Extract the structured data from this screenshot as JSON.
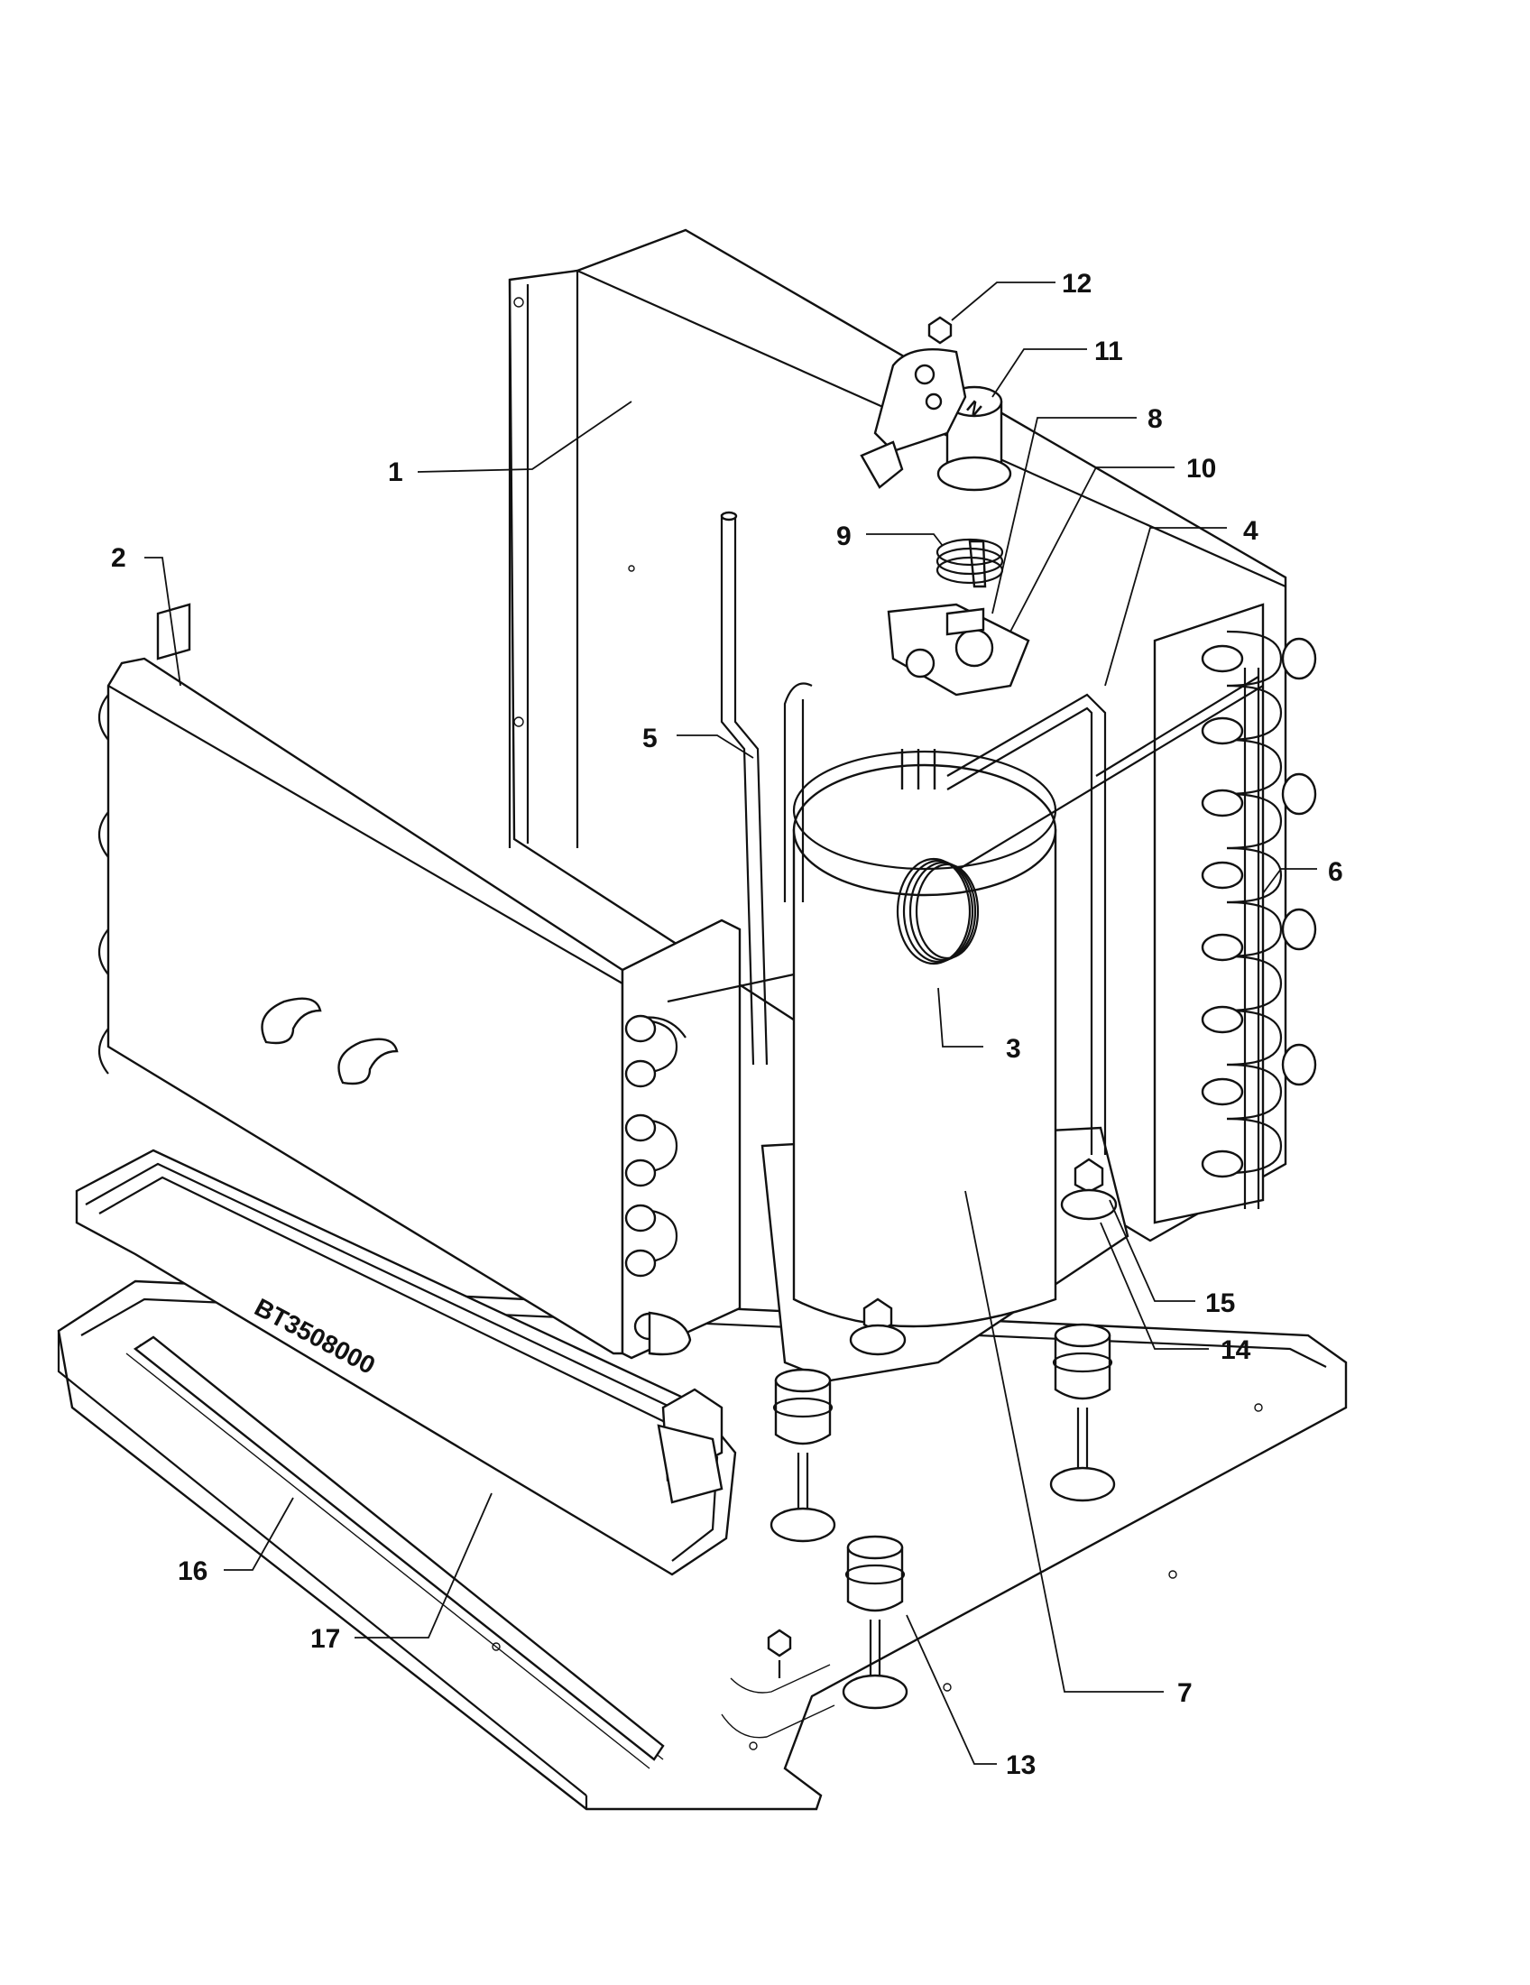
{
  "diagram": {
    "base_stamp": "BT3508000",
    "callouts": [
      {
        "id": "1",
        "label": "1"
      },
      {
        "id": "2",
        "label": "2"
      },
      {
        "id": "3",
        "label": "3"
      },
      {
        "id": "4",
        "label": "4"
      },
      {
        "id": "5",
        "label": "5"
      },
      {
        "id": "6",
        "label": "6"
      },
      {
        "id": "7",
        "label": "7"
      },
      {
        "id": "8",
        "label": "8"
      },
      {
        "id": "9",
        "label": "9"
      },
      {
        "id": "10",
        "label": "10"
      },
      {
        "id": "11",
        "label": "11"
      },
      {
        "id": "12",
        "label": "12"
      },
      {
        "id": "13",
        "label": "13"
      },
      {
        "id": "14",
        "label": "14"
      },
      {
        "id": "15",
        "label": "15"
      },
      {
        "id": "16",
        "label": "16"
      },
      {
        "id": "17",
        "label": "17"
      }
    ]
  }
}
